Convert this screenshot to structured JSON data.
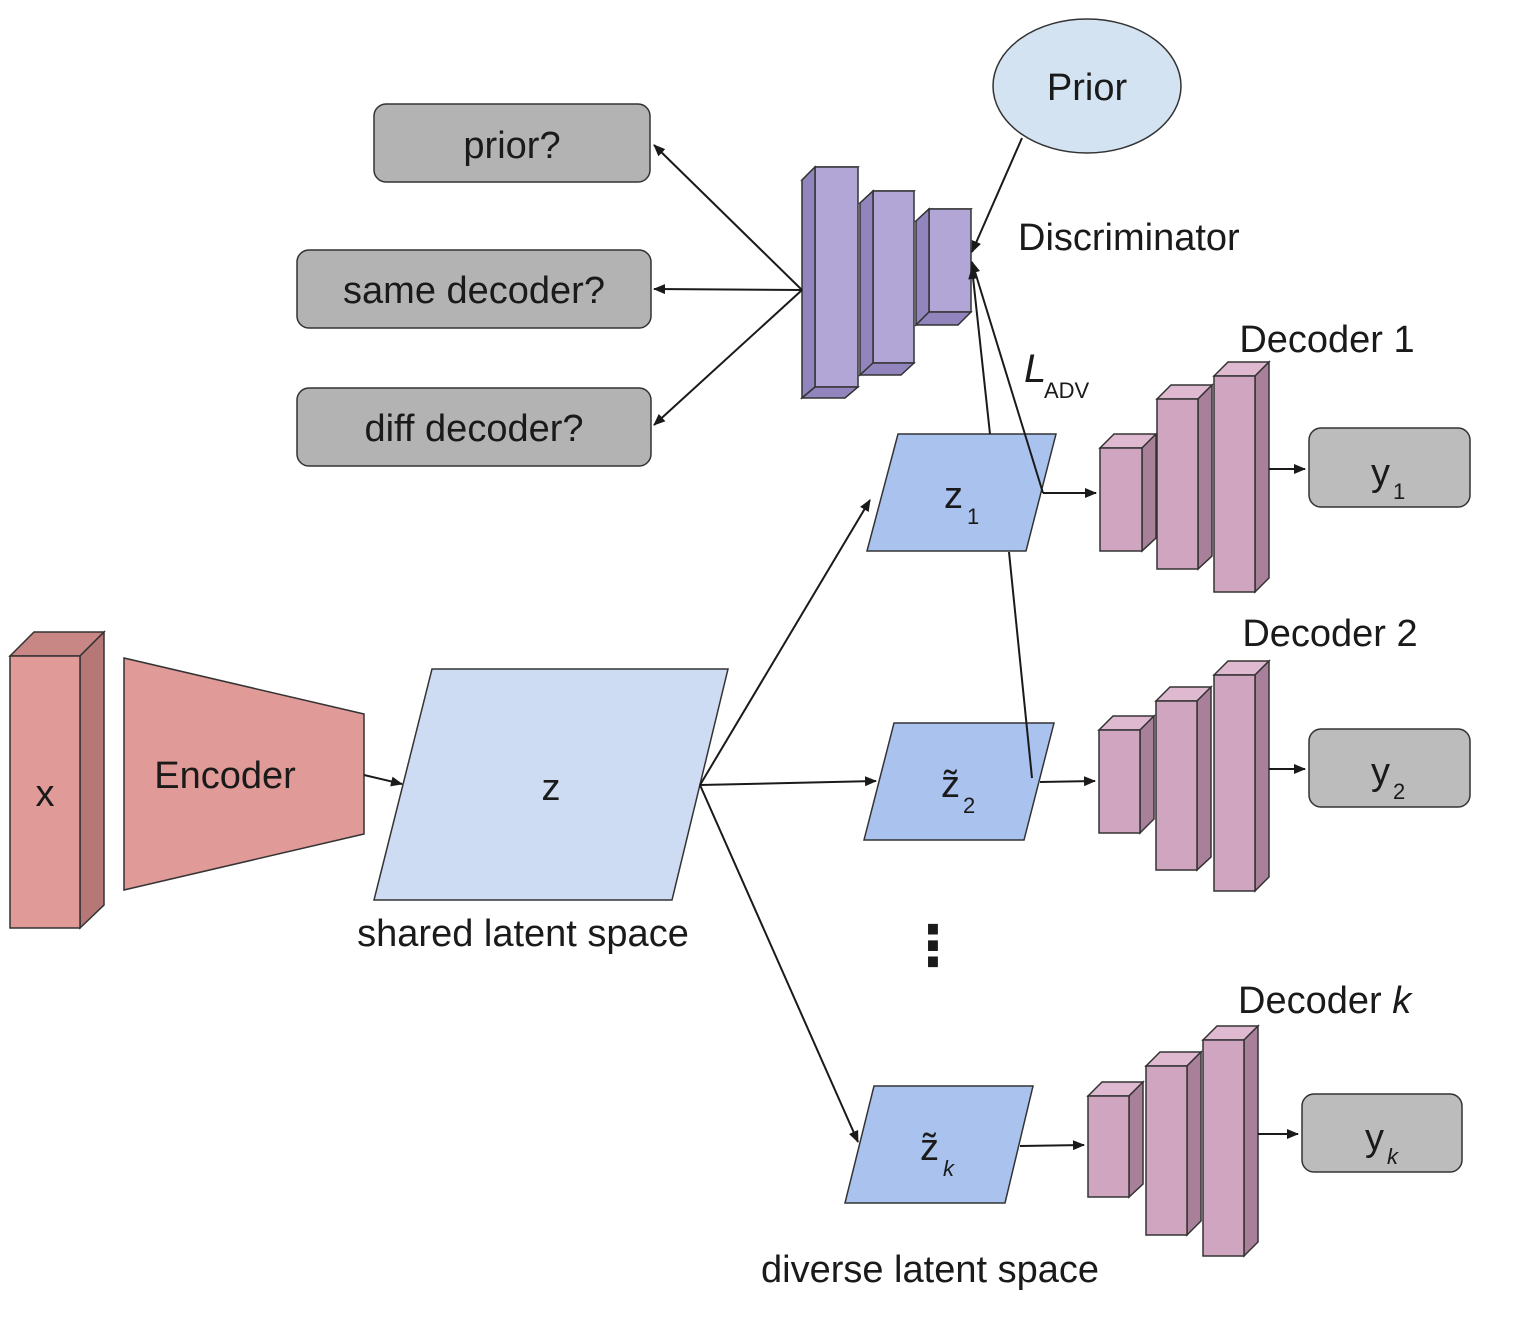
{
  "title": "",
  "nodes": {
    "x_input": "x",
    "encoder": "Encoder",
    "z": "z",
    "shared_latent_caption": "shared latent space",
    "prior": "Prior",
    "discriminator": "Discriminator",
    "l_adv": {
      "main": "L",
      "sub": "ADV"
    },
    "out_prior": "prior?",
    "out_same": "same decoder?",
    "out_diff": "diff decoder?",
    "z1": {
      "main": "z",
      "sub": "1"
    },
    "z2": {
      "main": "z̃",
      "sub": "2"
    },
    "zk": {
      "main": "z̃",
      "sub": "k"
    },
    "ellipsis": "⋮",
    "diverse_latent_caption": "diverse latent space",
    "decoder1": "Decoder 1",
    "decoder2": "Decoder 2",
    "decoderk": {
      "main": "Decoder ",
      "italic": "k"
    },
    "y1": {
      "main": "y",
      "sub": "1"
    },
    "y2": {
      "main": "y",
      "sub": "2"
    },
    "yk": {
      "main": "y",
      "sub": "k"
    }
  },
  "colors": {
    "encoder_red": "#e09a98",
    "encoder_red_dark": "#b57876",
    "latent_light_blue": "#cddcf3",
    "latent_blue": "#a9c2ee",
    "prior_blue": "#d3e3f2",
    "discriminator_purple": "#b2a6d6",
    "discriminator_purple_dark": "#9284bd",
    "decoder_pink": "#cfa5bf",
    "decoder_pink_dark": "#a98099",
    "output_gray": "#bcbcbc",
    "question_gray": "#b3b3b3"
  }
}
